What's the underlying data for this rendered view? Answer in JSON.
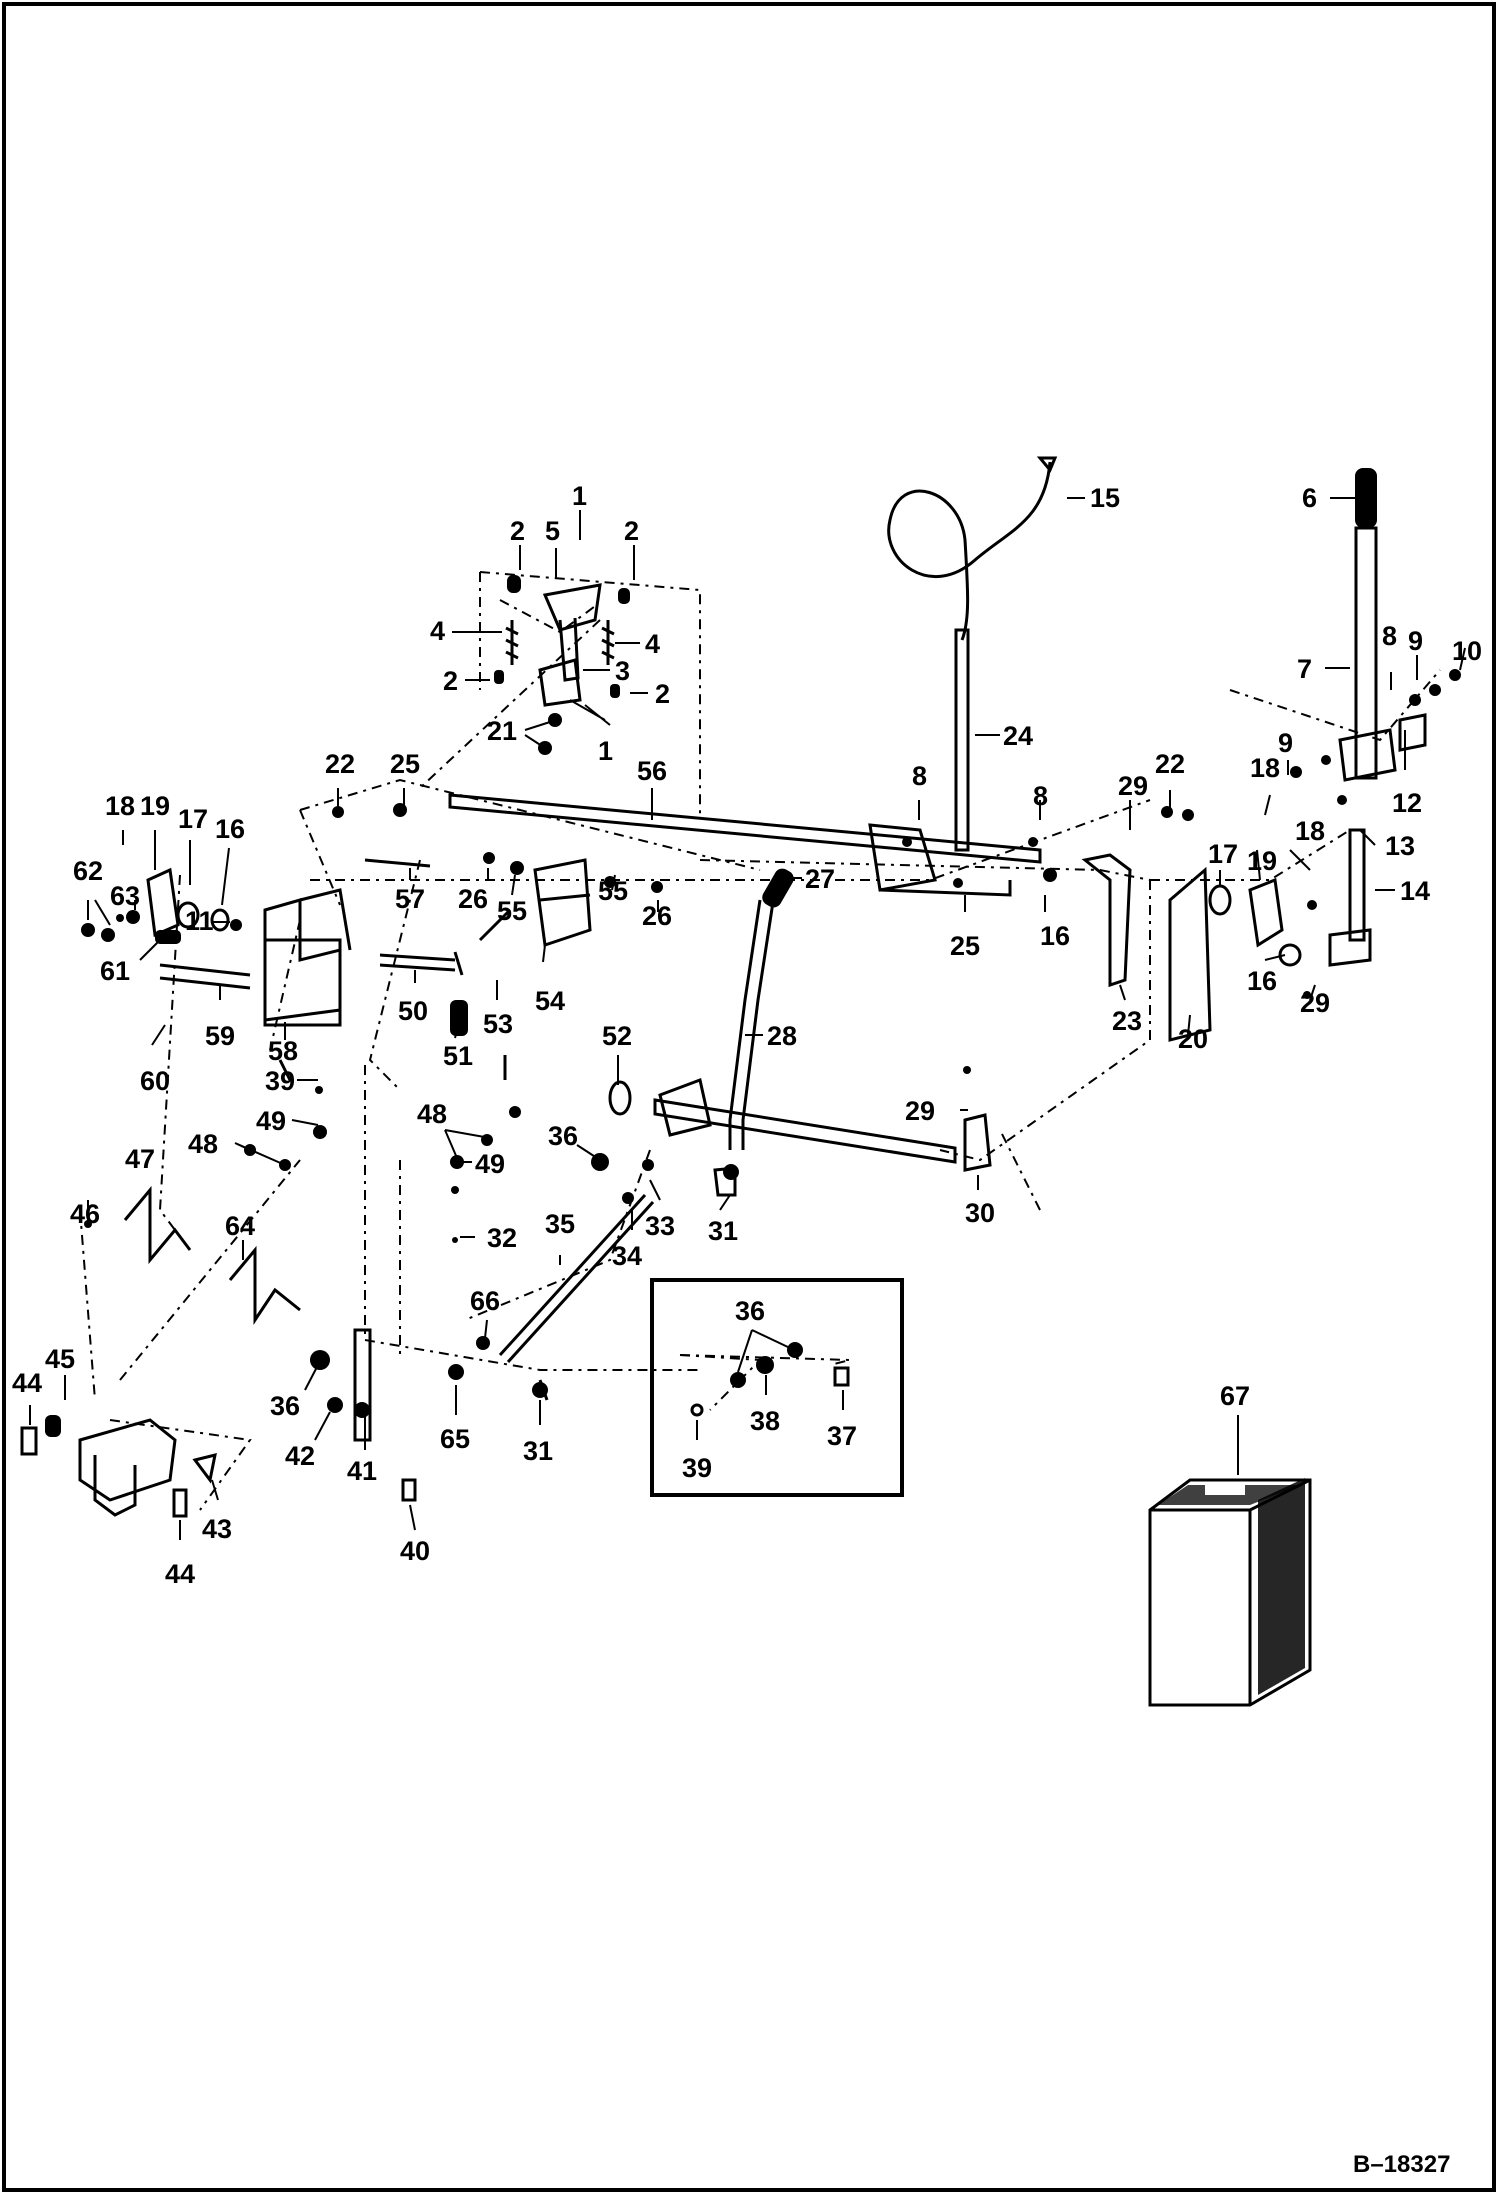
{
  "figure": {
    "reference_code": "B–18327",
    "part_numbers": [
      "1",
      "2",
      "3",
      "4",
      "5",
      "6",
      "7",
      "8",
      "9",
      "10",
      "11",
      "12",
      "13",
      "14",
      "15",
      "16",
      "17",
      "18",
      "19",
      "20",
      "21",
      "22",
      "23",
      "24",
      "25",
      "26",
      "27",
      "28",
      "29",
      "30",
      "31",
      "32",
      "33",
      "34",
      "35",
      "36",
      "37",
      "38",
      "39",
      "40",
      "41",
      "42",
      "43",
      "44",
      "45",
      "46",
      "47",
      "48",
      "49",
      "50",
      "51",
      "52",
      "53",
      "54",
      "55",
      "56",
      "57",
      "58",
      "59",
      "60",
      "61",
      "62",
      "63",
      "64",
      "65",
      "66",
      "67"
    ]
  },
  "callouts": [
    {
      "text": "1"
    },
    {
      "text": "2"
    },
    {
      "text": "5"
    },
    {
      "text": "2"
    },
    {
      "text": "4"
    },
    {
      "text": "4"
    },
    {
      "text": "3"
    },
    {
      "text": "2"
    },
    {
      "text": "2"
    },
    {
      "text": "21"
    },
    {
      "text": "1"
    },
    {
      "text": "15"
    },
    {
      "text": "6"
    },
    {
      "text": "7"
    },
    {
      "text": "8"
    },
    {
      "text": "9"
    },
    {
      "text": "10"
    },
    {
      "text": "24"
    },
    {
      "text": "9"
    },
    {
      "text": "18"
    },
    {
      "text": "12"
    },
    {
      "text": "13"
    },
    {
      "text": "18"
    },
    {
      "text": "14"
    },
    {
      "text": "22"
    },
    {
      "text": "25"
    },
    {
      "text": "56"
    },
    {
      "text": "8"
    },
    {
      "text": "8"
    },
    {
      "text": "29"
    },
    {
      "text": "22"
    },
    {
      "text": "18"
    },
    {
      "text": "19"
    },
    {
      "text": "17"
    },
    {
      "text": "16"
    },
    {
      "text": "62"
    },
    {
      "text": "63"
    },
    {
      "text": "11"
    },
    {
      "text": "61"
    },
    {
      "text": "59"
    },
    {
      "text": "60"
    },
    {
      "text": "58"
    },
    {
      "text": "57"
    },
    {
      "text": "26"
    },
    {
      "text": "55"
    },
    {
      "text": "55"
    },
    {
      "text": "26"
    },
    {
      "text": "54"
    },
    {
      "text": "50"
    },
    {
      "text": "51"
    },
    {
      "text": "53"
    },
    {
      "text": "27"
    },
    {
      "text": "25"
    },
    {
      "text": "16"
    },
    {
      "text": "23"
    },
    {
      "text": "17"
    },
    {
      "text": "19"
    },
    {
      "text": "16"
    },
    {
      "text": "29"
    },
    {
      "text": "20"
    },
    {
      "text": "28"
    },
    {
      "text": "52"
    },
    {
      "text": "39"
    },
    {
      "text": "49"
    },
    {
      "text": "48"
    },
    {
      "text": "49"
    },
    {
      "text": "36"
    },
    {
      "text": "47"
    },
    {
      "text": "48"
    },
    {
      "text": "29"
    },
    {
      "text": "30"
    },
    {
      "text": "33"
    },
    {
      "text": "34"
    },
    {
      "text": "31"
    },
    {
      "text": "32"
    },
    {
      "text": "35"
    },
    {
      "text": "46"
    },
    {
      "text": "64"
    },
    {
      "text": "66"
    },
    {
      "text": "45"
    },
    {
      "text": "44"
    },
    {
      "text": "36"
    },
    {
      "text": "42"
    },
    {
      "text": "41"
    },
    {
      "text": "65"
    },
    {
      "text": "31"
    },
    {
      "text": "43"
    },
    {
      "text": "44"
    },
    {
      "text": "40"
    },
    {
      "text": "36"
    },
    {
      "text": "38"
    },
    {
      "text": "37"
    },
    {
      "text": "39"
    },
    {
      "text": "67"
    }
  ]
}
